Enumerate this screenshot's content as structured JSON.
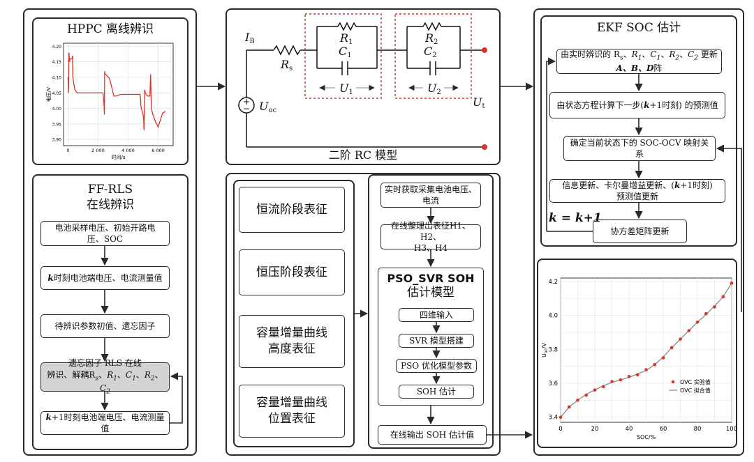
{
  "hppc": {
    "title": "HPPC 离线辨识",
    "chart_data": {
      "type": "line",
      "ylabel": "电压/V",
      "xlabel": "时间/s",
      "ylim": [
        3.88,
        4.21
      ],
      "xlim": [
        -300,
        7000
      ],
      "yticks": [
        "4.20",
        "4.15",
        "4.10",
        "4.05",
        "4.00",
        "3.95",
        "3.90"
      ],
      "yticks_values": [
        4.2,
        4.15,
        4.1,
        4.05,
        4.0,
        3.95,
        3.9
      ],
      "xticks": [
        "0",
        "2 000",
        "4 000",
        "6 000"
      ],
      "xticks_values": [
        0,
        2000,
        4000,
        6000
      ],
      "series": [
        {
          "color": "#d9342b",
          "x": [
            0,
            30,
            60,
            90,
            110,
            140,
            200,
            260,
            300,
            320,
            380,
            460,
            600,
            900,
            1300,
            1800,
            2200,
            2330,
            2400,
            2420,
            2440,
            2460,
            2500,
            2600,
            2700,
            2800,
            2900,
            3000,
            3050,
            3200,
            3500,
            3800,
            4200,
            4500,
            4700,
            4800,
            4830,
            4850,
            4880,
            4950,
            5000,
            5040,
            5060,
            5080,
            5100,
            5150,
            5200,
            5300,
            5450,
            5500,
            5550,
            5650,
            5800,
            6000,
            6300,
            6500
          ],
          "y": [
            4.1,
            4.05,
            4.18,
            4.16,
            4.15,
            4.16,
            4.16,
            4.16,
            4.17,
            4.1,
            4.08,
            4.06,
            4.05,
            4.05,
            4.05,
            4.05,
            4.05,
            4.05,
            4.01,
            3.98,
            4.12,
            4.11,
            4.11,
            4.105,
            4.1,
            4.09,
            4.07,
            4.05,
            4.04,
            4.04,
            4.045,
            4.045,
            4.045,
            4.045,
            4.045,
            4.045,
            4.03,
            4.01,
            4.0,
            3.99,
            3.98,
            3.96,
            3.93,
            3.98,
            4.06,
            4.05,
            4.045,
            4.04,
            4.04,
            4.11,
            4.0,
            3.98,
            3.96,
            3.94,
            3.985,
            3.99
          ]
        }
      ]
    }
  },
  "ffrls": {
    "title1": "FF-RLS",
    "title2": "在线辨识",
    "s1": "电池采样电压、初始开路电压、SOC",
    "s2_pre": "k",
    "s2": "时刻电池端电压、电流测量值",
    "s3": "待辨识参数初值、遗忘因子",
    "s4a": "遗忘因子 RLS 在线",
    "s4b": "辨识、解耦R",
    "s5_pre": "k",
    "s5": "+1时刻电池端电压、电流测量值"
  },
  "rc": {
    "title": "二阶 RC 模型",
    "IB": "I",
    "IB_sub": "B",
    "Rs": "R",
    "Rs_sub": "s",
    "R1": "R",
    "R1_sub": "1",
    "C1": "C",
    "C1_sub": "1",
    "R2": "R",
    "R2_sub": "2",
    "C2": "C",
    "C2_sub": "2",
    "U1": "U",
    "U1_sub": "1",
    "U2": "U",
    "U2_sub": "2",
    "Uoc": "U",
    "Uoc_sub": "oc",
    "Ut": "U",
    "Ut_sub": "t",
    "plus": "+",
    "minus": "−"
  },
  "feat": {
    "f1": "恒流阶段表征",
    "f2": "恒压阶段表征",
    "f3a": "容量增量曲线",
    "f3b": "高度表征",
    "f4a": "容量增量曲线",
    "f4b": "位置表征"
  },
  "soh": {
    "s1a": "实时获取采集电池电压、",
    "s1b": "电流",
    "s2a": "在线整理出表征H1、H2、",
    "s2b": "H3、H4",
    "title1": "PSO_SVR SOH",
    "title2": "估计模型",
    "m1": "四维输入",
    "m2": "SVR 模型搭建",
    "m3": "PSO 优化模型参数",
    "m4": "SOH 估计",
    "out": "在线输出 SOH 估计值"
  },
  "ekf": {
    "title": "EKF SOC 估计",
    "e1a": "由实时辨识的 R",
    "e1b": "更新",
    "e1c": "A、B、D",
    "e1d": "阵",
    "e2a": "由状态方程计算下一步(",
    "e2k": "k",
    "e2b": "+1时刻) 的预测值",
    "e3": "确定当前状态下的 SOC-OCV 映射关系",
    "e4a": "信息更新、卡尔曼增益更新、(",
    "e4k": "k",
    "e4b": "+1时刻)",
    "e4c": "预测值更新",
    "e5": "协方差矩阵更新",
    "kk": "k = k+1"
  },
  "ocv": {
    "chart_data": {
      "type": "scatter",
      "xlabel": "SOC/%",
      "ylabel": "U",
      "ylabel_sub": "oc",
      "ylabel_unit": "/V",
      "xlim": [
        0,
        100
      ],
      "ylim": [
        3.37,
        4.22
      ],
      "xticks": [
        "0",
        "20",
        "40",
        "60",
        "80",
        "100"
      ],
      "xticks_values": [
        0,
        20,
        40,
        60,
        80,
        100
      ],
      "yticks": [
        "3.4",
        "3.6",
        "3.8",
        "4.0",
        "4.2"
      ],
      "yticks_values": [
        3.4,
        3.6,
        3.8,
        4.0,
        4.2
      ],
      "grid": true,
      "legend_position": "bottom-right",
      "series": [
        {
          "name": "OVC 实验值",
          "color": "#d9342b",
          "marker": "dot",
          "x": [
            0,
            5,
            10,
            15,
            20,
            25,
            30,
            35,
            40,
            45,
            50,
            55,
            60,
            65,
            70,
            75,
            80,
            85,
            90,
            95,
            100
          ],
          "y": [
            3.4,
            3.46,
            3.5,
            3.53,
            3.56,
            3.58,
            3.61,
            3.62,
            3.64,
            3.65,
            3.68,
            3.71,
            3.75,
            3.81,
            3.86,
            3.91,
            3.96,
            4.01,
            4.05,
            4.11,
            4.19
          ]
        },
        {
          "name": "OVC 拟合值",
          "color": "#8a8a8a",
          "marker": "line",
          "x": [
            0,
            5,
            10,
            15,
            20,
            25,
            30,
            35,
            40,
            45,
            50,
            55,
            60,
            65,
            70,
            75,
            80,
            85,
            90,
            95,
            100
          ],
          "y": [
            3.4,
            3.46,
            3.5,
            3.535,
            3.56,
            3.585,
            3.605,
            3.62,
            3.635,
            3.655,
            3.675,
            3.71,
            3.755,
            3.81,
            3.86,
            3.91,
            3.96,
            4.005,
            4.055,
            4.11,
            4.19
          ]
        }
      ]
    }
  },
  "colors": {
    "accent": "#d9342b",
    "stroke": "#2a2a2a",
    "gray": "#d4d4d4"
  },
  "right_params": {
    "p1": "R",
    "p1s": "s",
    "p2": "R",
    "p2s": "1",
    "p3": "C",
    "p3s": "1",
    "p4": "R",
    "p4s": "2",
    "p5": "C",
    "p5s": "2"
  }
}
